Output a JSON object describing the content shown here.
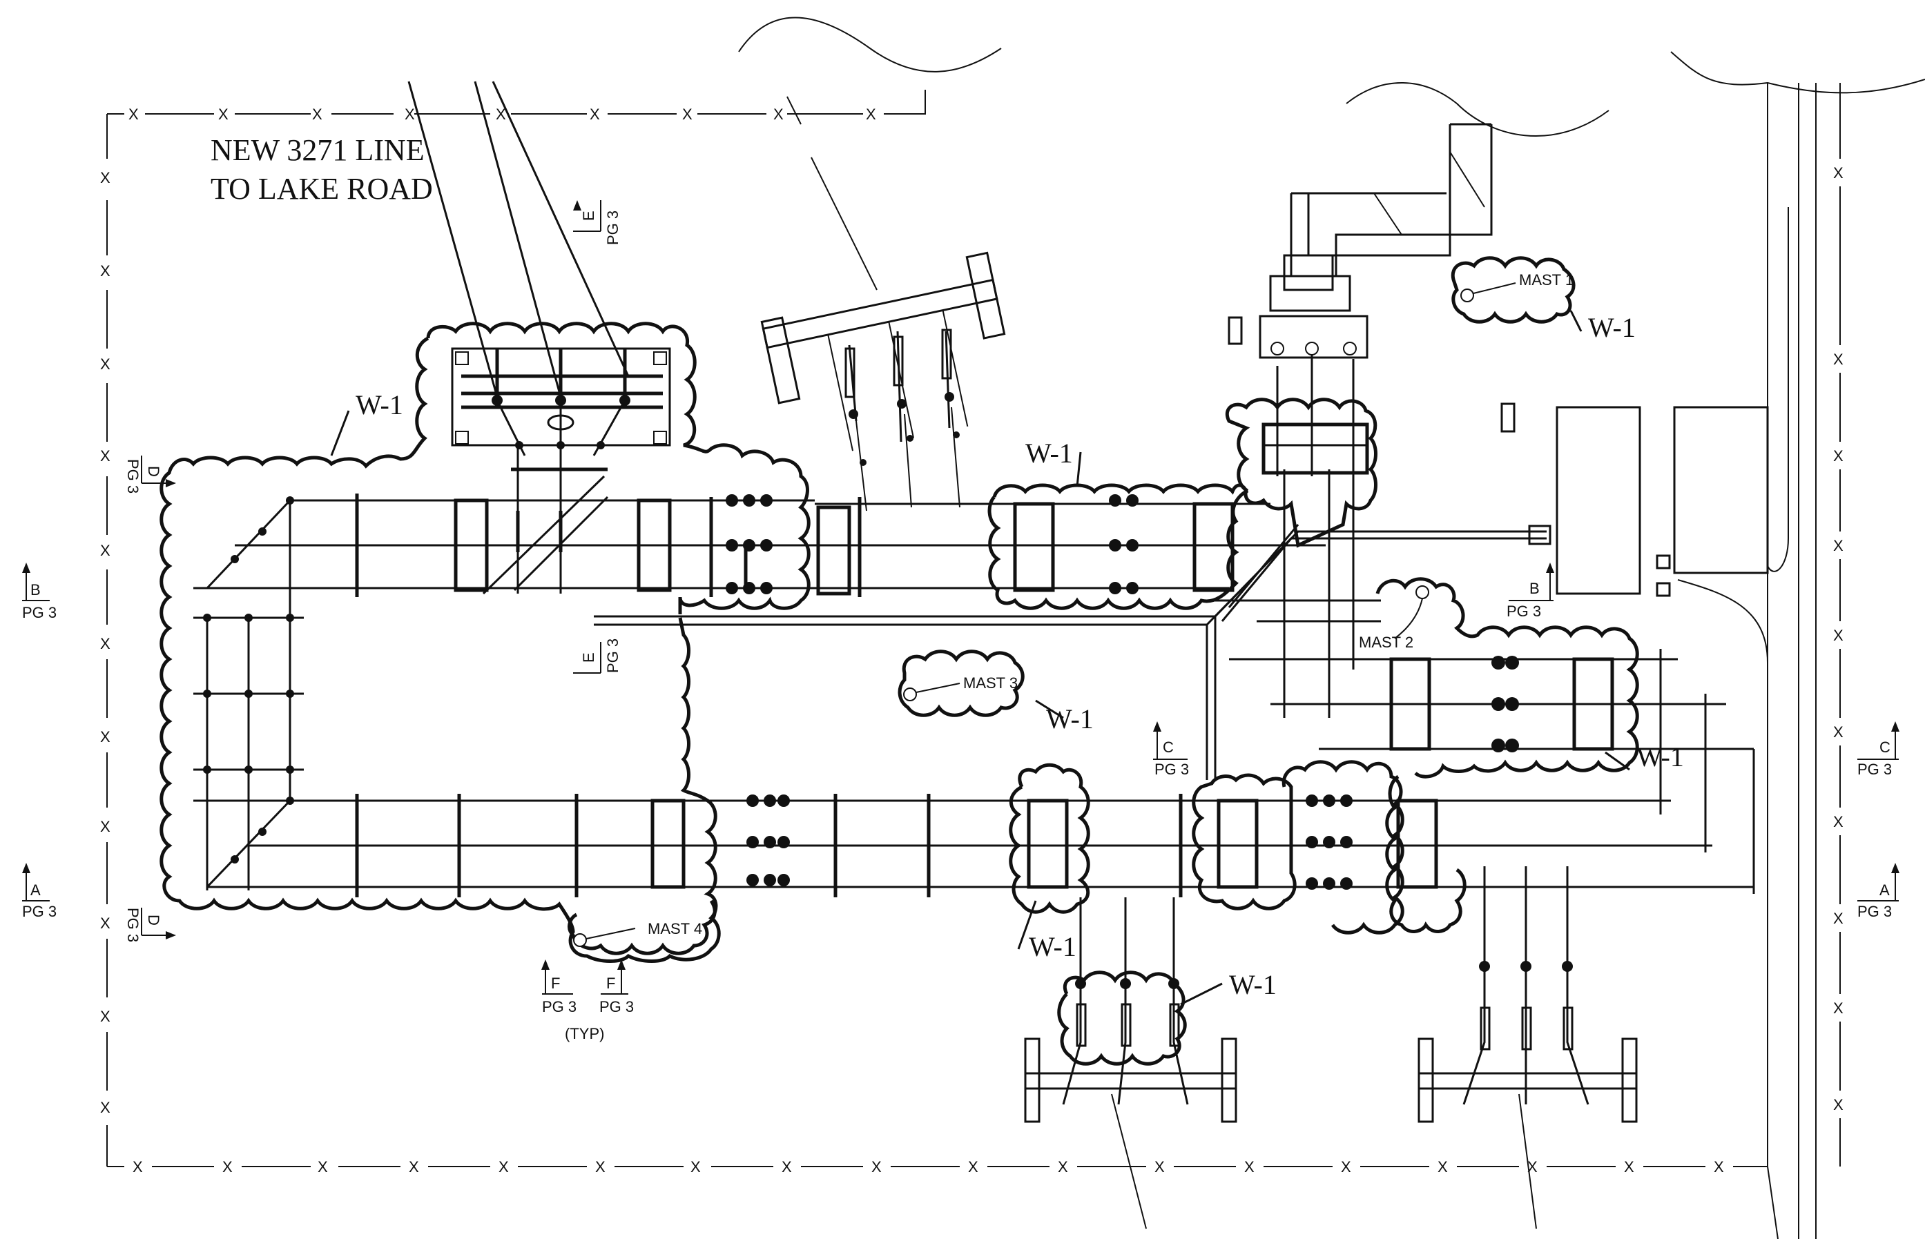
{
  "title_note": [
    "NEW 3271 LINE",
    "TO LAKE ROAD"
  ],
  "fence_marker": "X",
  "weather_tag": "W-1",
  "masts": [
    "MAST 1",
    "MAST 2",
    "MAST 3",
    "MAST 4"
  ],
  "section_refs": {
    "A": "A",
    "B": "B",
    "C": "C",
    "D": "D",
    "E": "E",
    "F": "F",
    "page": "PG 3",
    "typ": "(TYP)"
  }
}
